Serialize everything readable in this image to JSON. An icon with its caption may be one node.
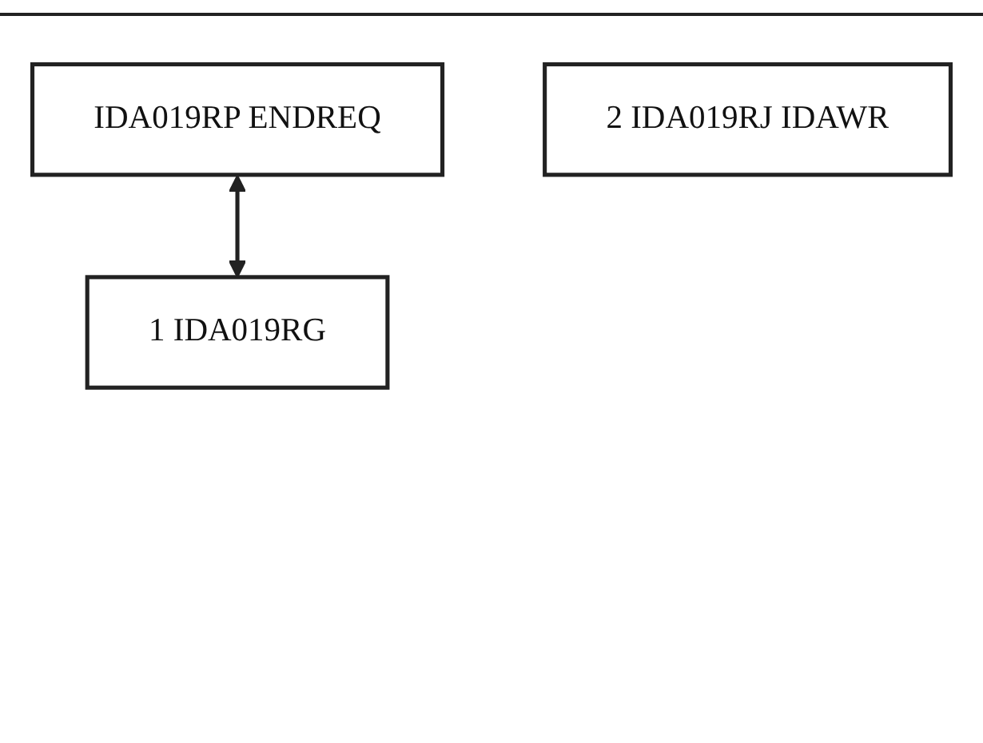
{
  "diagram": {
    "nodes": [
      {
        "text": [
          "IDA019RP ENDREQ"
        ]
      },
      {
        "text": [
          "1 IDA019RG"
        ]
      },
      {
        "text": [
          "2 IDA019RJ IDAWR"
        ]
      }
    ],
    "edges": [
      {
        "from": 0,
        "to": 1,
        "arrow": "both"
      }
    ]
  }
}
